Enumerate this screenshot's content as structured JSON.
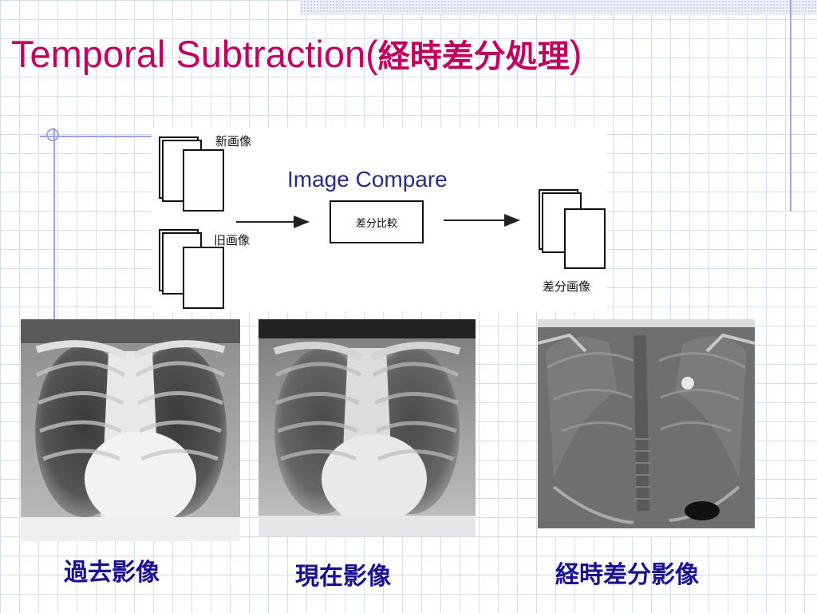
{
  "slide": {
    "title_en": "Temporal Subtraction(",
    "title_jp": "経時差分処理",
    "title_close": ")",
    "title_color": "#c0005e"
  },
  "diagram": {
    "new_image_label": "新画像",
    "old_image_label": "旧画像",
    "heading": "Image Compare",
    "process_label": "差分比較",
    "result_label": "差分画像"
  },
  "images": [
    {
      "caption": "過去影像",
      "kind": "past-chest-xray"
    },
    {
      "caption": "現在影像",
      "kind": "current-chest-xray"
    },
    {
      "caption": "経時差分影像",
      "kind": "temporal-subtraction-image"
    }
  ],
  "caption_color": "#1a1090"
}
